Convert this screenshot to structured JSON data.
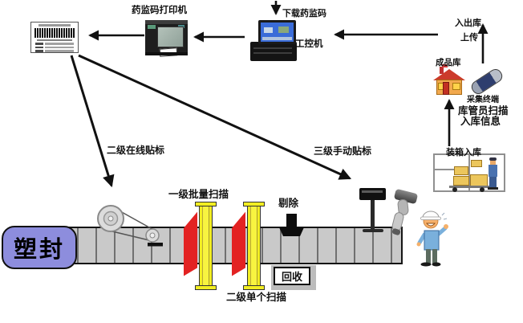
{
  "labels": {
    "printer": "药监码打印机",
    "download_code": "下载药监码",
    "industrial_pc": "工控机",
    "in_out_store": "入出库",
    "upload": "上传",
    "finished_goods_store": "成品库",
    "collect_terminal": "采集终端",
    "keeper_scan": "库管员扫描",
    "inbound_info": "入库信息",
    "boxing_inbound": "装箱入库",
    "level2_online_labeling": "二级在线贴标",
    "level3_manual_labeling": "三级手动贴标",
    "level1_batch_scan": "一级批量扫描",
    "reject": "剔除",
    "recycle": "回收",
    "level2_single_scan": "二级单个扫描",
    "plastic_seal": "塑封"
  },
  "colors": {
    "seal_box_purple": "#8d8ddd",
    "gate_yellow": "#f2ee22",
    "beam_red": "#e32222",
    "belt_gray": "#c9c9c9",
    "arrow_black": "#111111",
    "house_roof_red": "#cc3b2b",
    "house_wall_orange": "#f2a94e"
  }
}
